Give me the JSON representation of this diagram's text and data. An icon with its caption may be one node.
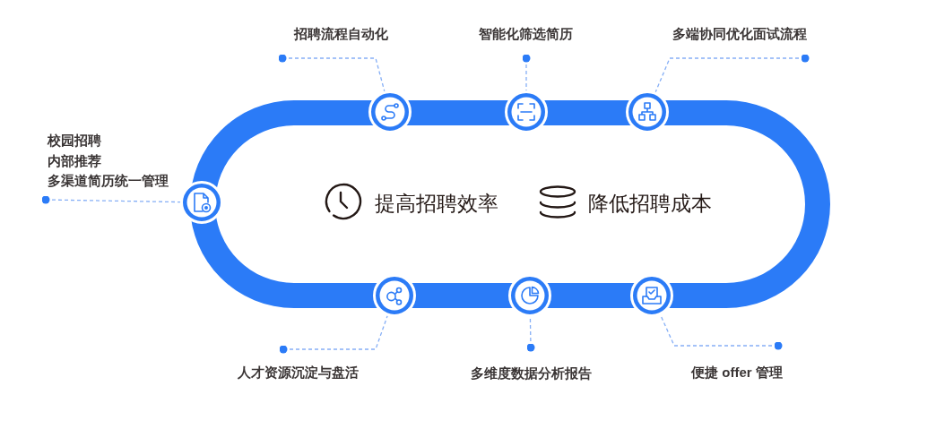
{
  "diagram": {
    "nodes": [
      {
        "text": [
          "招聘流程自动化"
        ]
      },
      {
        "text": [
          "智能化筛选简历"
        ]
      },
      {
        "text": [
          "多端协同优化面试流程"
        ]
      },
      {
        "text": [],
        "shape": "circle"
      },
      {
        "text": [],
        "shape": "circle"
      },
      {
        "text": [],
        "shape": "circle"
      },
      {
        "text": [
          "校园招聘",
          "内部推荐",
          "多渠道简历统一管理"
        ]
      },
      {
        "text": [],
        "shape": "circle"
      },
      {
        "text": [],
        "shape": "circle"
      },
      {
        "text": [],
        "shape": "circle"
      },
      {
        "text": [],
        "shape": "circle"
      },
      {
        "text": [
          "人才资源沉淀与盘活"
        ]
      },
      {
        "text": [
          "多维度数据分析报告"
        ]
      },
      {
        "text": [
          "便捷 offer 管理"
        ]
      }
    ],
    "edges": [
      {
        "from": 0,
        "to": 3,
        "arrow": "other",
        "style": "dashed"
      },
      {
        "from": 1,
        "to": 4,
        "arrow": "other",
        "style": "dashed"
      },
      {
        "from": 2,
        "to": 5,
        "arrow": "other",
        "style": "dashed"
      },
      {
        "from": 6,
        "to": 7,
        "arrow": "other",
        "style": "dashed"
      },
      {
        "from": 11,
        "to": 8,
        "arrow": "other",
        "style": "dashed"
      },
      {
        "from": 12,
        "to": 9,
        "arrow": "other",
        "style": "dashed"
      },
      {
        "from": 13,
        "to": 10,
        "arrow": "other",
        "style": "dashed"
      }
    ],
    "labels": [
      "提高招聘效率",
      "降低招聘成本"
    ]
  }
}
